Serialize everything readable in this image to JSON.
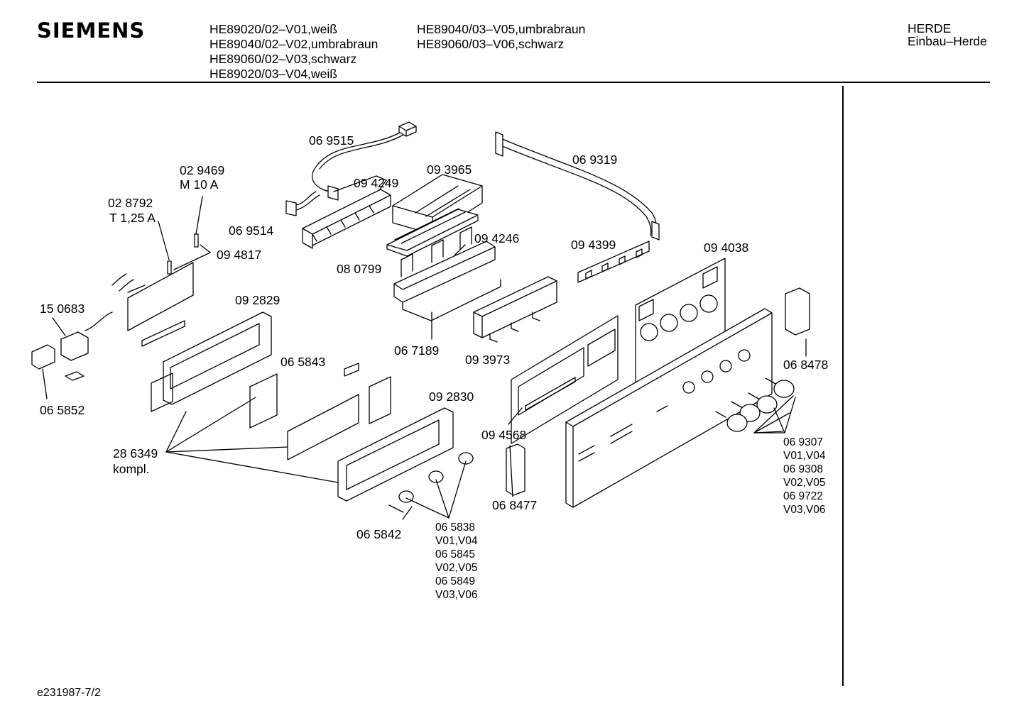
{
  "header": {
    "brand": "SIEMENS",
    "models_col1": [
      "HE89020/02–V01,weiß",
      "HE89040/02–V02,umbrabraun",
      "HE89060/02–V03,schwarz",
      "HE89020/03–V04,weiß"
    ],
    "models_col2": [
      "HE89040/03–V05,umbrabraun",
      "HE89060/03–V06,schwarz"
    ],
    "category": "HERDE",
    "subcategory": "Einbau–Herde"
  },
  "parts": {
    "p069515": "06 9515",
    "p029469": "02 9469",
    "p029469_rating": "M 10 A",
    "p094249": "09 4249",
    "p093965": "09 3965",
    "p069319": "06 9319",
    "p028792": "02 8792",
    "p028792_rating": "T 1,25 A",
    "p069514": "06 9514",
    "p094817": "09 4817",
    "p094246": "09 4246",
    "p094399": "09 4399",
    "p094038": "09 4038",
    "p080799": "08 0799",
    "p150683": "15 0683",
    "p092829": "09 2829",
    "p067189": "06 7189",
    "p093973": "09 3973",
    "p068478": "06 8478",
    "p065843": "06 5843",
    "p065852": "06 5852",
    "p092830": "09 2830",
    "p094568": "09 4568",
    "p286349": "28 6349",
    "p286349_note": "kompl.",
    "p068477": "06 8477",
    "p065842": "06 5842",
    "knobs_small": [
      "06 5838",
      "V01,V04",
      "06 5845",
      "V02,V05",
      "06 5849",
      "V03,V06"
    ],
    "knobs_large": [
      "06 9307",
      "V01,V04",
      "06 9308",
      "V02,V05",
      "06 9722",
      "V03,V06"
    ]
  },
  "footer": {
    "doc_id": "e231987-7/2"
  }
}
